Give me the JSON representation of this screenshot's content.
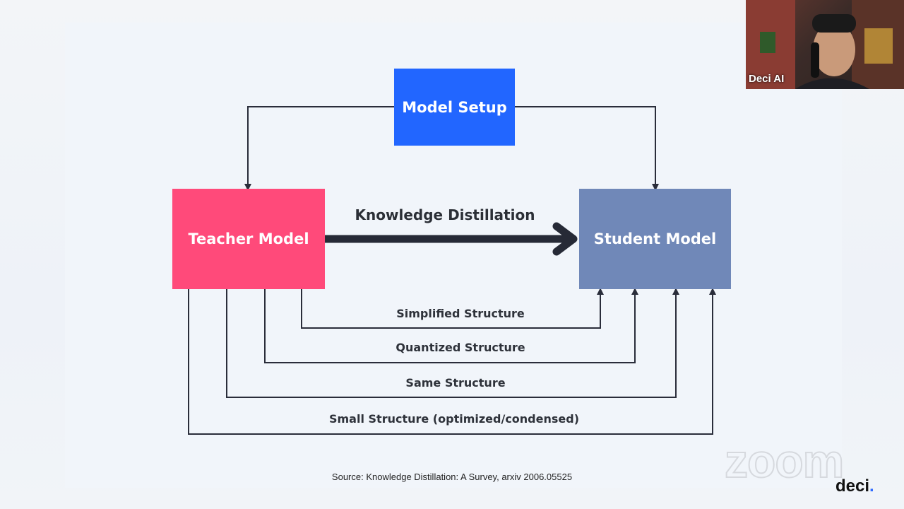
{
  "diagram": {
    "model_setup": "Model Setup",
    "teacher_model": "Teacher Model",
    "student_model": "Student Model",
    "knowledge_distillation": "Knowledge Distillation",
    "structures": [
      "Simplified Structure",
      "Quantized Structure",
      "Same Structure",
      "Small Structure (optimized/condensed)"
    ],
    "colors": {
      "model_setup": "#2266ff",
      "teacher_model": "#ff4a7a",
      "student_model": "#7088b8",
      "arrows": "#2a2d3a"
    }
  },
  "source": "Source: Knowledge Distillation: A Survey, arxiv 2006.05525",
  "webcam": {
    "name": "Deci AI"
  },
  "branding": {
    "zoom": "zoom",
    "deci": "deci",
    "deci_dot": "."
  }
}
